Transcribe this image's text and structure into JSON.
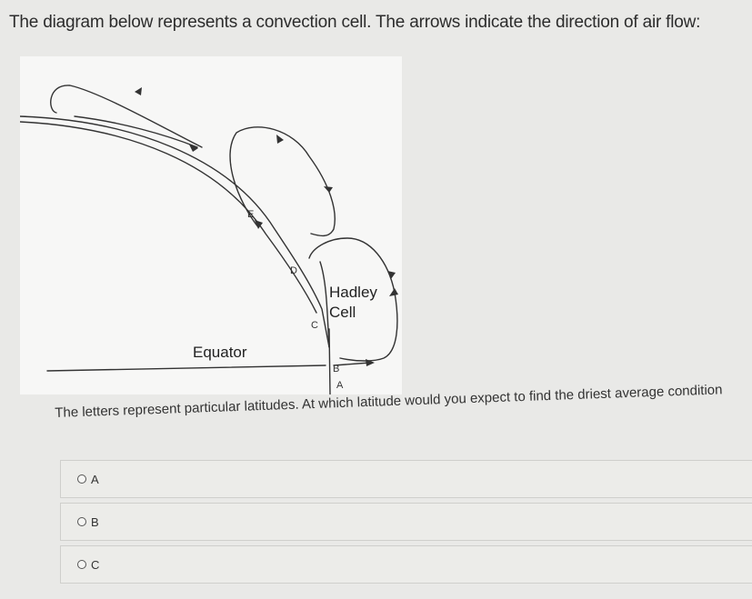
{
  "question": {
    "text": "The diagram below represents a convection cell. The arrows indicate the direction of air flow:"
  },
  "diagram": {
    "labels": {
      "E": "E",
      "D": "D",
      "C": "C",
      "B": "B",
      "A": "A",
      "hadley_line1": "Hadley",
      "hadley_line2": "Cell",
      "equator": "Equator"
    }
  },
  "prompt": {
    "text": "The letters represent particular latitudes. At which latitude would you expect to find the driest average condition"
  },
  "choices": [
    {
      "label": "A"
    },
    {
      "label": "B"
    },
    {
      "label": "C"
    }
  ]
}
